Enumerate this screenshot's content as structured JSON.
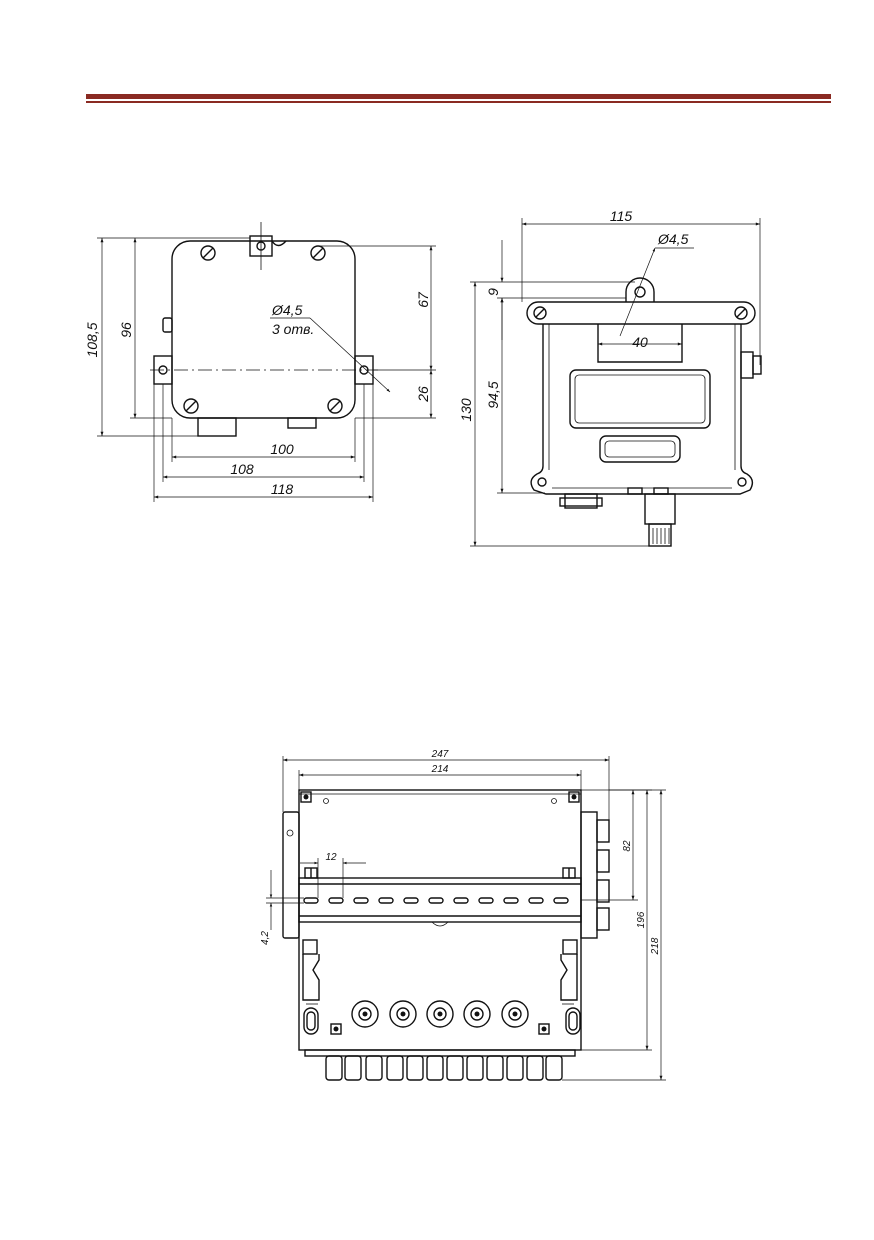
{
  "header": {
    "rule_color": "#8a2a22"
  },
  "view_left": {
    "dim_height_total": "108,5",
    "dim_height_inner": "96",
    "dim_top_to_axis": "67",
    "dim_axis_to_bottom": "26",
    "dim_width_100": "100",
    "dim_width_108": "108",
    "dim_width_118": "118",
    "hole_diameter": "Ø4,5",
    "hole_note": "3 отв."
  },
  "view_right": {
    "dim_width_115": "115",
    "hole_diameter": "Ø4,5",
    "dim_9": "9",
    "dim_40": "40",
    "dim_94_5": "94,5",
    "dim_130": "130"
  },
  "view_bottom": {
    "dim_247": "247",
    "dim_214": "214",
    "dim_12": "12",
    "dim_4_2": "4,2",
    "dim_82": "82",
    "dim_196": "196",
    "dim_218": "218"
  }
}
